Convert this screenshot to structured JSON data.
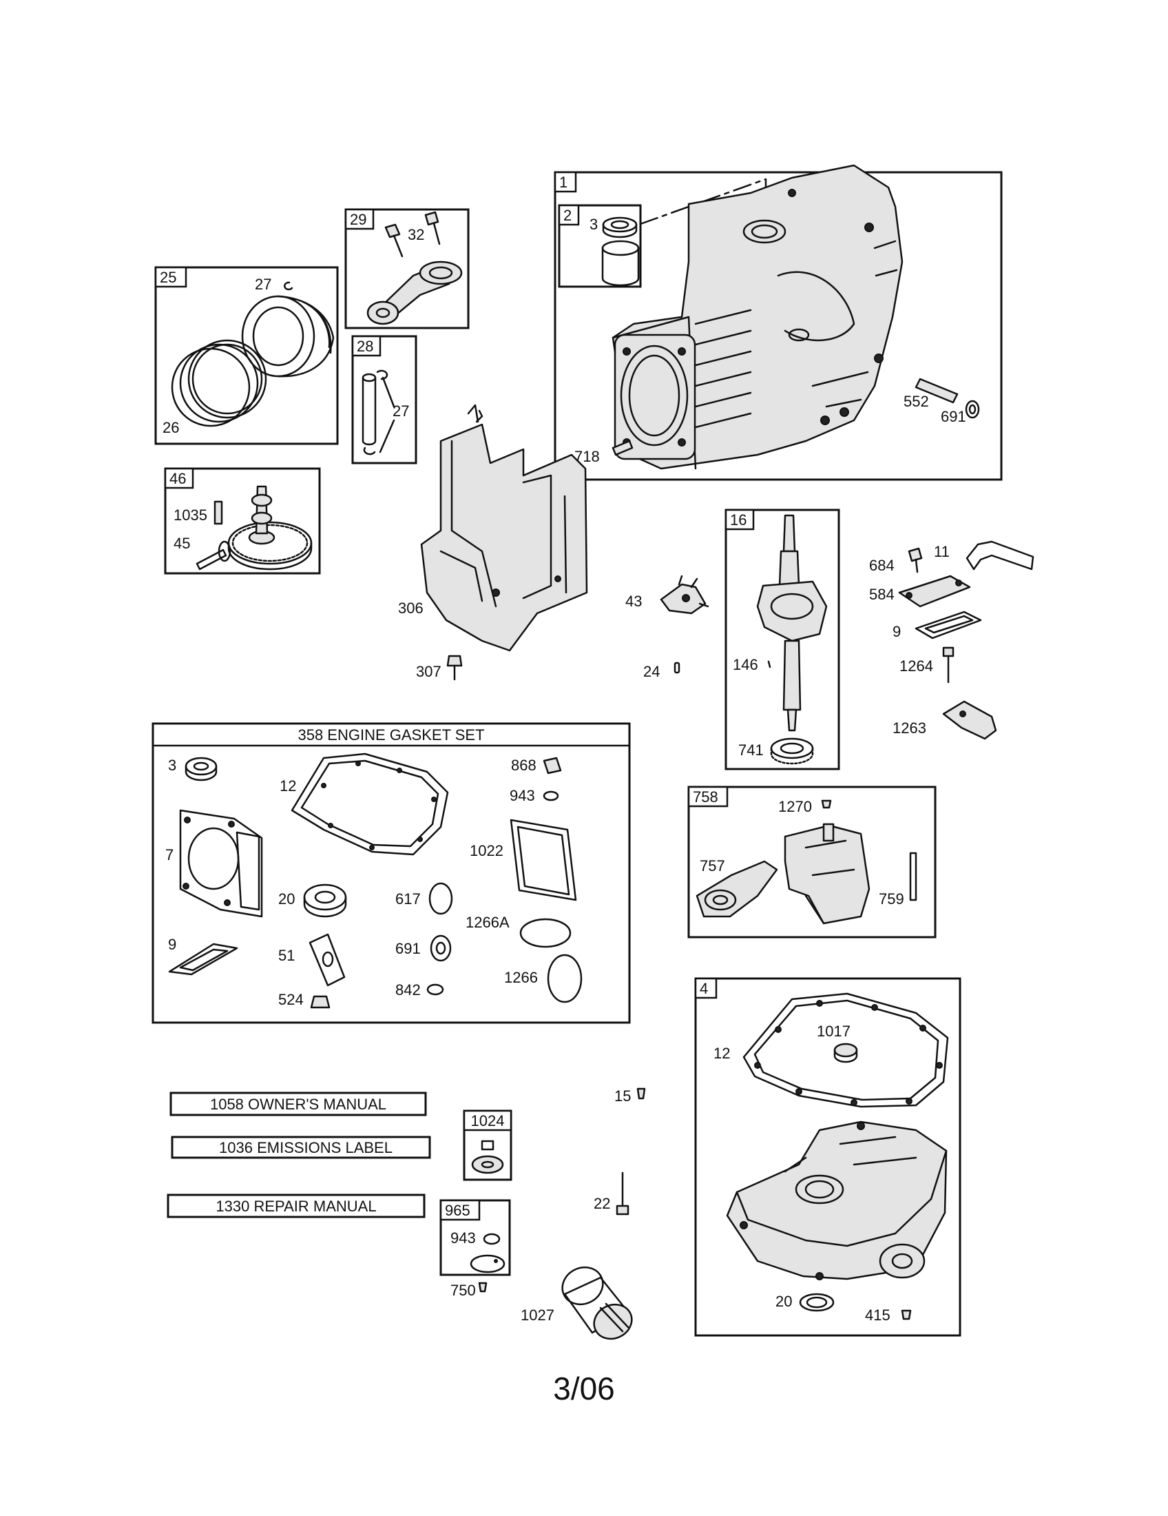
{
  "groups": {
    "crankcase": {
      "id": "1"
    },
    "bearing_kit": {
      "id": "2"
    },
    "piston_kit": {
      "id": "25"
    },
    "connecting_rod": {
      "id": "29"
    },
    "piston_pin": {
      "id": "28"
    },
    "camshaft": {
      "id": "46"
    },
    "crankshaft": {
      "id": "16"
    },
    "governor": {
      "id": "758"
    },
    "sump": {
      "id": "4"
    },
    "decal_kit": {
      "id": "1024"
    },
    "filter_kit": {
      "id": "965"
    }
  },
  "gasket_set": {
    "title": "358 ENGINE GASKET SET"
  },
  "manuals": {
    "owners": "1058 OWNER'S MANUAL",
    "emissions": "1036 EMISSIONS LABEL",
    "repair": "1330 REPAIR MANUAL"
  },
  "callouts": {
    "c3a": "3",
    "c552": "552",
    "c691a": "691",
    "c718": "718",
    "c27a": "27",
    "c26": "26",
    "c32": "32",
    "c27b": "27",
    "c1035": "1035",
    "c45": "45",
    "c306": "306",
    "c307": "307",
    "c43": "43",
    "c24": "24",
    "c146": "146",
    "c741": "741",
    "c684": "684",
    "c11": "11",
    "c584": "584",
    "c9a": "9",
    "c1264": "1264",
    "c1263": "1263",
    "g3": "3",
    "g12": "12",
    "g868": "868",
    "g943": "943",
    "g7": "7",
    "g1022": "1022",
    "g20": "20",
    "g617": "617",
    "g1266A": "1266A",
    "g9": "9",
    "g51": "51",
    "g691": "691",
    "g1266": "1266",
    "g524": "524",
    "g842": "842",
    "c1270": "1270",
    "c757": "757",
    "c759": "759",
    "c12": "12",
    "c1017": "1017",
    "c20": "20",
    "c415": "415",
    "c15": "15",
    "c22": "22",
    "c943b": "943",
    "c750": "750",
    "c1027": "1027"
  },
  "page_number": "3/06"
}
